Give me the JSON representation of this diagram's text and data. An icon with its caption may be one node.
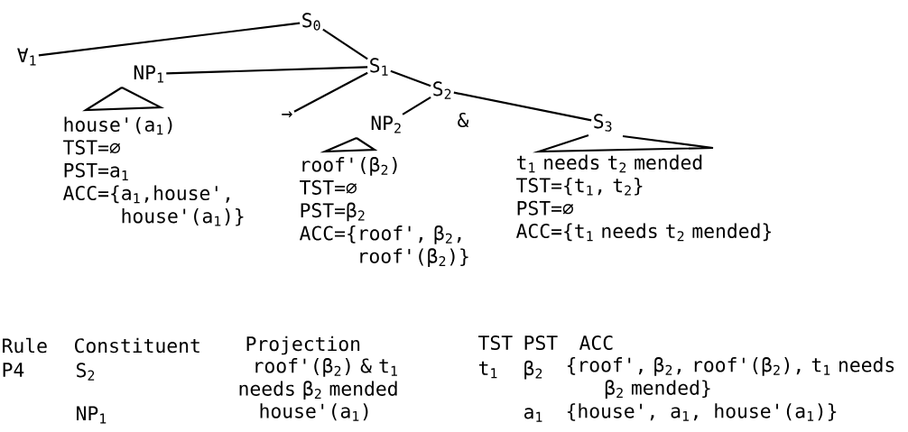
{
  "diagram": {
    "nodes": [
      {
        "text": [
          "S$_{0}$"
        ]
      },
      {
        "text": [
          "∀$_{1}$"
        ]
      },
      {
        "text": [
          "S$_{1}$"
        ]
      },
      {
        "text": [
          "NP$_{1}$"
        ]
      },
      {
        "text": [
          "house'(a$_{1}$)",
          "TST=∅",
          "PST=a$_{1}$",
          "ACC={a$_{1}$,house', house'(a$_{1}$)}"
        ]
      },
      {
        "text": [
          "→"
        ]
      },
      {
        "text": [
          "S$_{2}$"
        ]
      },
      {
        "text": [
          "NP$_{2}$"
        ]
      },
      {
        "text": [
          "roof'(β$_{2}$)",
          "TST=∅",
          "PST=β$_{2}$",
          "ACC={roof', β$_{2}$, roof'(β$_{2}$)}"
        ]
      },
      {
        "text": [
          "S$_{3}$"
        ]
      },
      {
        "text": [
          "t$_{1}$ needs t$_{2}$ mended",
          "TST={t$_{1}$, t$_{2}$}",
          "PST=∅",
          "ACC={t$_{1}$ needs t$_{2}$ mended}"
        ]
      }
    ],
    "edges": [
      {
        "from": 0,
        "to": 1,
        "arrow": "none"
      },
      {
        "from": 0,
        "to": 2,
        "arrow": "none"
      },
      {
        "from": 2,
        "to": 3,
        "arrow": "none"
      },
      {
        "from": 2,
        "to": 5,
        "arrow": "none"
      },
      {
        "from": 2,
        "to": 6,
        "arrow": "none"
      },
      {
        "from": 6,
        "to": 7,
        "arrow": "none"
      },
      {
        "from": 6,
        "to": 9,
        "arrow": "none"
      }
    ],
    "labels": [
      "&",
      "Rule",
      "Constituent",
      "Projection",
      "TST",
      "PST",
      "ACC",
      "P4",
      "S$_{2}$",
      "roof'(β$_{2}$) & t$_{1}$ needs β$_{2}$ mended",
      "t$_{1}$",
      "β$_{2}$",
      "{roof', β$_{2}$, roof'(β$_{2}$), t$_{1}$ needs β$_{2}$ mended}",
      "NP$_{1}$",
      "house'(a$_{1}$)",
      "a$_{1}$",
      "{house', a$_{1}$, house'(a$_{1}$)}"
    ]
  }
}
